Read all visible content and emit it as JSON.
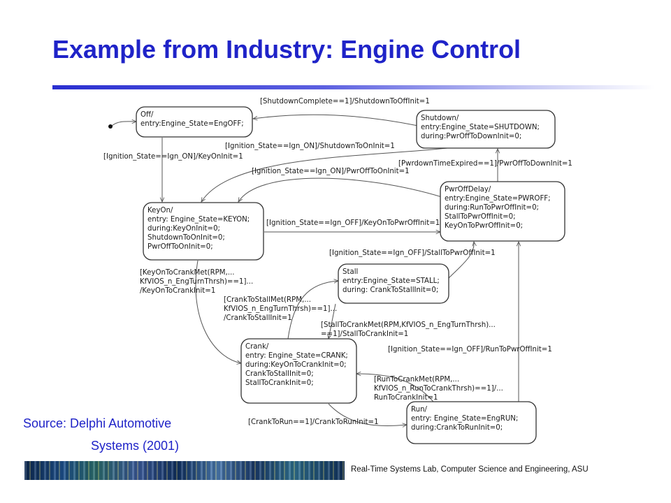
{
  "slide": {
    "title": "Example from Industry: Engine Control",
    "source_line1": "Source: Delphi Automotive",
    "source_line2": "Systems (2001)",
    "footer": "Real-Time Systems Lab, Computer Science and Engineering, ASU"
  },
  "diagram": {
    "states": [
      {
        "id": "off",
        "lines": [
          "Off/",
          "entry:Engine_State=EngOFF;"
        ]
      },
      {
        "id": "shutdown",
        "lines": [
          "Shutdown/",
          "entry:Engine_State=SHUTDOWN;",
          "during:PwrOffToDownInit=0;"
        ]
      },
      {
        "id": "pwroffdelay",
        "lines": [
          "PwrOffDelay/",
          "entry:Engine_State=PWROFF;",
          "during:RunToPwrOffInit=0;",
          " StallToPwrOffInit=0;",
          " KeyOnToPwrOffInit=0;"
        ]
      },
      {
        "id": "keyon",
        "lines": [
          "KeyOn/",
          "entry: Engine_State=KEYON;",
          "during:KeyOnInit=0;",
          " ShutdownToOnInit=0;",
          " PwrOffToOnInit=0;"
        ]
      },
      {
        "id": "stall",
        "lines": [
          "Stall",
          "entry:Engine_State=STALL;",
          "during: CrankToStallInit=0;"
        ]
      },
      {
        "id": "crank",
        "lines": [
          "Crank/",
          "entry: Engine_State=CRANK;",
          "during:KeyOnToCrankInit=0;",
          " CrankToStallInit=0;",
          " StallToCrankInit=0;"
        ]
      },
      {
        "id": "run",
        "lines": [
          "Run/",
          "entry: Engine_State=EngRUN;",
          "during:CrankToRunInit=0;"
        ]
      }
    ],
    "transitions": [
      {
        "id": "shutdown-to-off",
        "lines": [
          "[ShutdownComplete==1]/ShutdownToOffInit=1"
        ]
      },
      {
        "id": "shutdown-to-keyon",
        "lines": [
          "[Ignition_State==Ign_ON]/ShutdownToOnInit=1"
        ]
      },
      {
        "id": "off-to-keyon",
        "lines": [
          "[Ignition_State==Ign_ON]/KeyOnInit=1"
        ]
      },
      {
        "id": "pwroff-to-keyon",
        "lines": [
          "[Ignition_State==Ign_ON]/PwrOffToOnInit=1"
        ]
      },
      {
        "id": "pwroff-to-shutdown",
        "lines": [
          "[PwrdownTimeExpired==1]/PwrOffToDownInit=1"
        ]
      },
      {
        "id": "keyon-to-pwroff",
        "lines": [
          "[Ignition_State==Ign_OFF]/KeyOnToPwrOffInit=1"
        ]
      },
      {
        "id": "stall-to-pwroff",
        "lines": [
          "[Ignition_State==Ign_OFF]/StallToPwrOffInit=1"
        ]
      },
      {
        "id": "keyon-to-crank",
        "lines": [
          "[KeyOnToCrankMet(RPM,...",
          " KfVIOS_n_EngTurnThrsh)==1]...",
          "/KeyOnToCrankInit=1"
        ]
      },
      {
        "id": "crank-to-stall",
        "lines": [
          "[CrankToStallMet(RPM,...",
          " KfVIOS_n_EngTurnThrsh)==1]...",
          "/CrankToStallInit=1"
        ]
      },
      {
        "id": "stall-to-crank",
        "lines": [
          "[StallToCrankMet(RPM,KfVIOS_n_EngTurnThrsh)...",
          "==1]/StallToCrankInit=1"
        ]
      },
      {
        "id": "run-to-pwroff",
        "lines": [
          "[Ignition_State==Ign_OFF]/RunToPwrOffInit=1"
        ]
      },
      {
        "id": "run-to-crank",
        "lines": [
          "[RunToCrankMet(RPM,...",
          "KfVIOS_n_RunToCrankThrsh)==1]/...",
          "RunToCrankInit=1"
        ]
      },
      {
        "id": "crank-to-run",
        "lines": [
          "[CrankToRun==1]/CrankToRunInit=1"
        ]
      }
    ]
  }
}
